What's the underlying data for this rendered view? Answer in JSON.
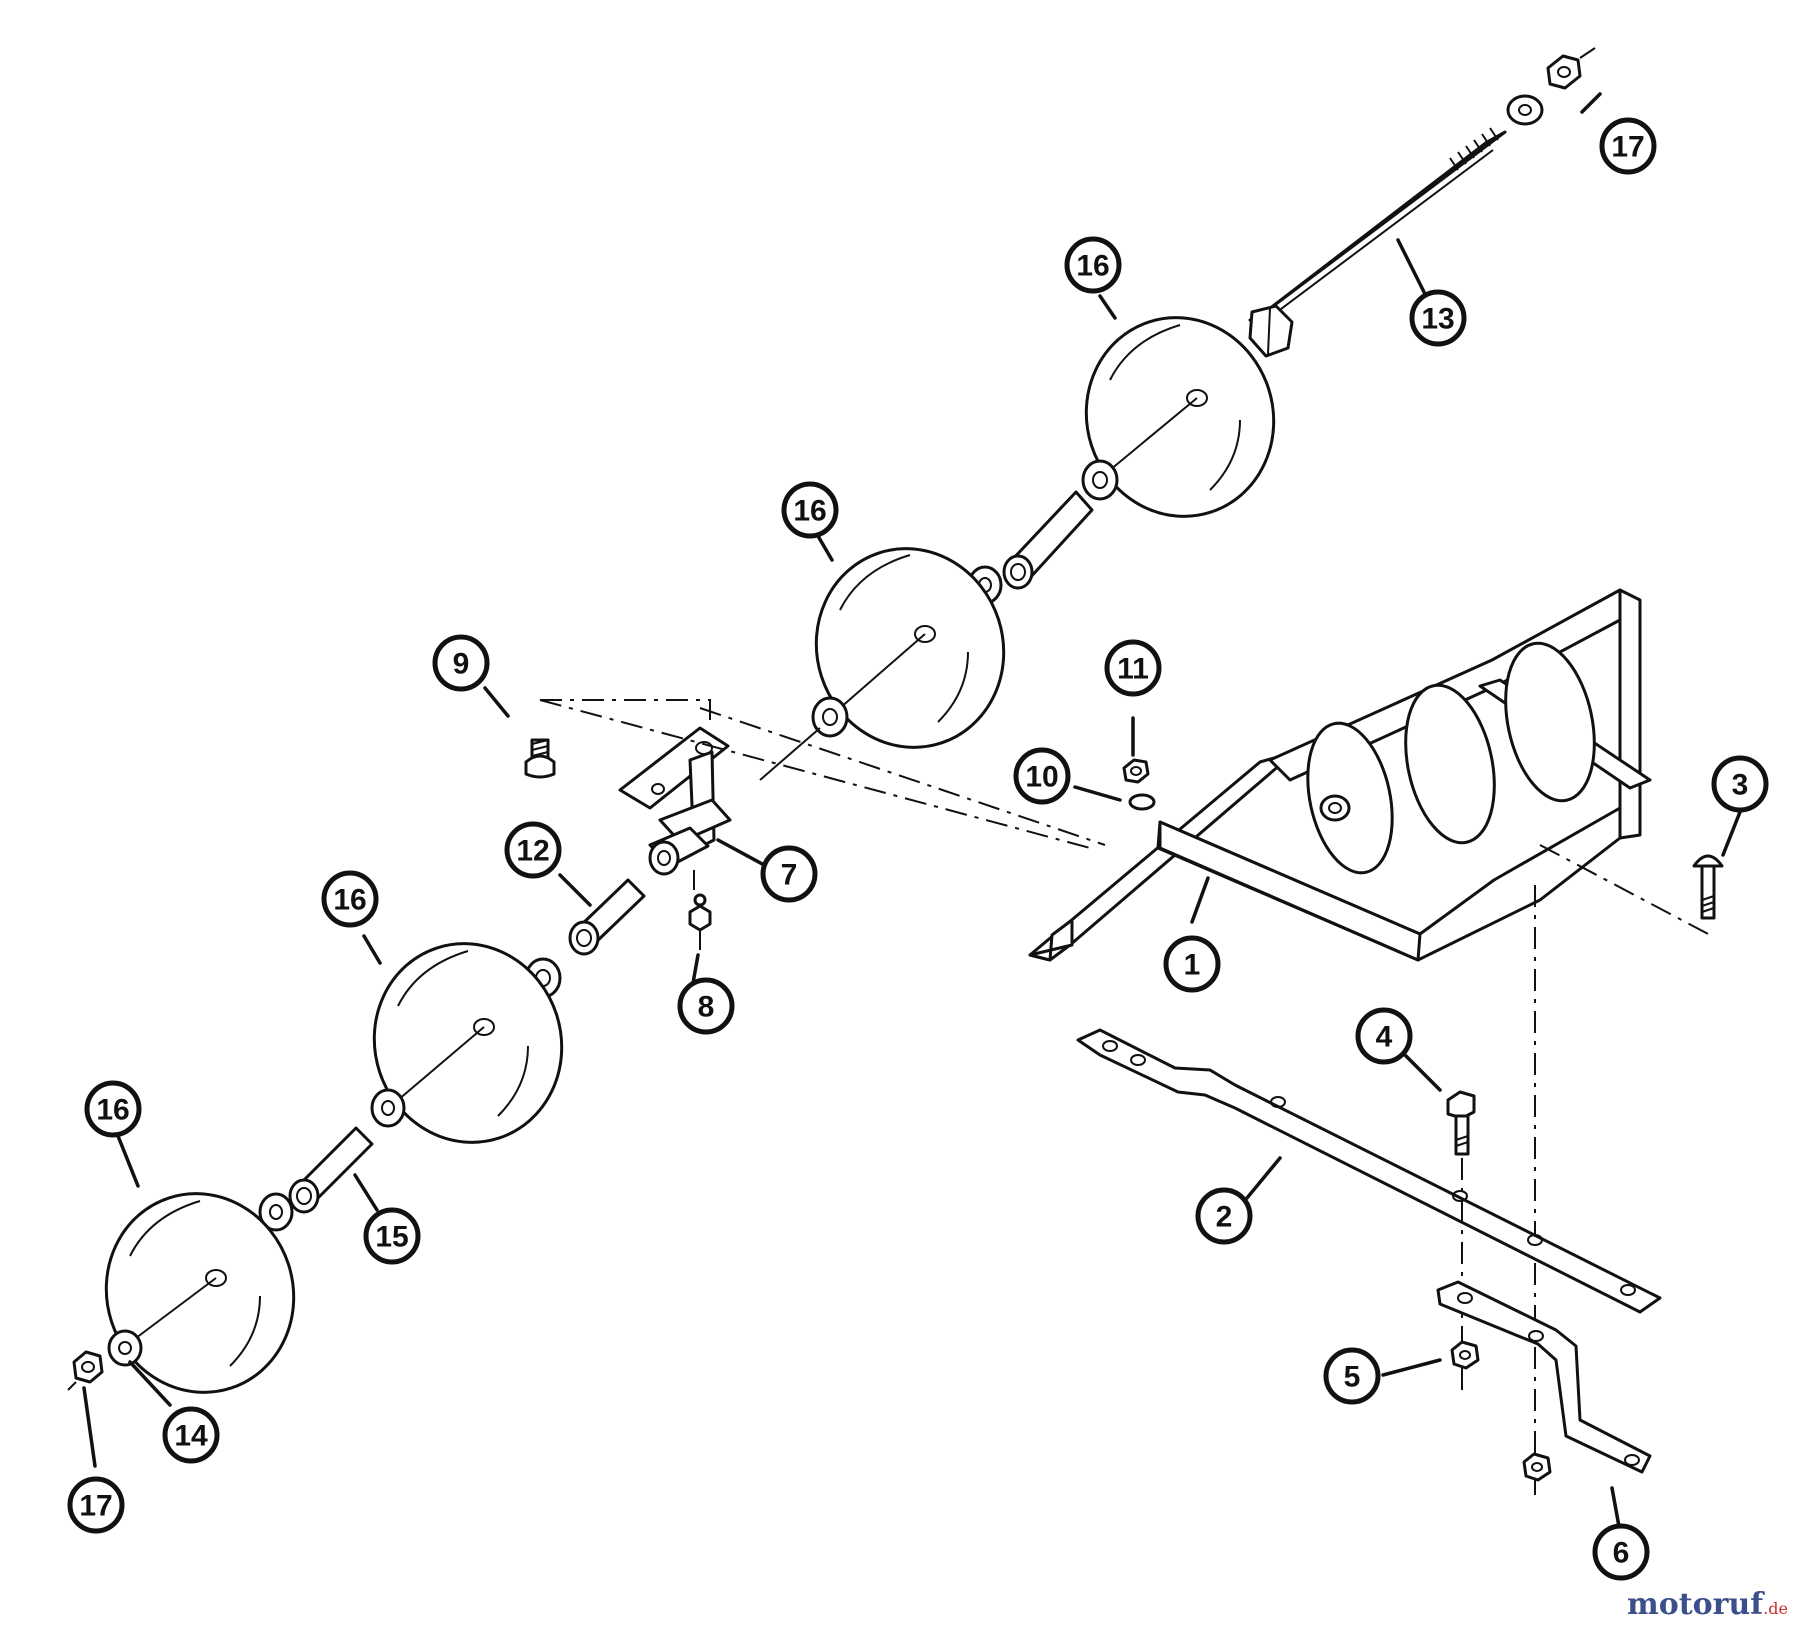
{
  "diagram": {
    "callouts": [
      {
        "label": "1"
      },
      {
        "label": "2"
      },
      {
        "label": "3"
      },
      {
        "label": "4"
      },
      {
        "label": "5"
      },
      {
        "label": "6"
      },
      {
        "label": "7"
      },
      {
        "label": "8"
      },
      {
        "label": "9"
      },
      {
        "label": "10"
      },
      {
        "label": "11"
      },
      {
        "label": "12"
      },
      {
        "label": "13"
      },
      {
        "label": "14"
      },
      {
        "label": "15"
      },
      {
        "label": "16"
      },
      {
        "label": "16"
      },
      {
        "label": "16"
      },
      {
        "label": "16"
      },
      {
        "label": "17"
      },
      {
        "label": "17"
      }
    ]
  },
  "watermark": {
    "main": "motoruf",
    "tld": ".de",
    "color_main": "#3b4f8a",
    "color_tld": "#cc2b2b"
  }
}
